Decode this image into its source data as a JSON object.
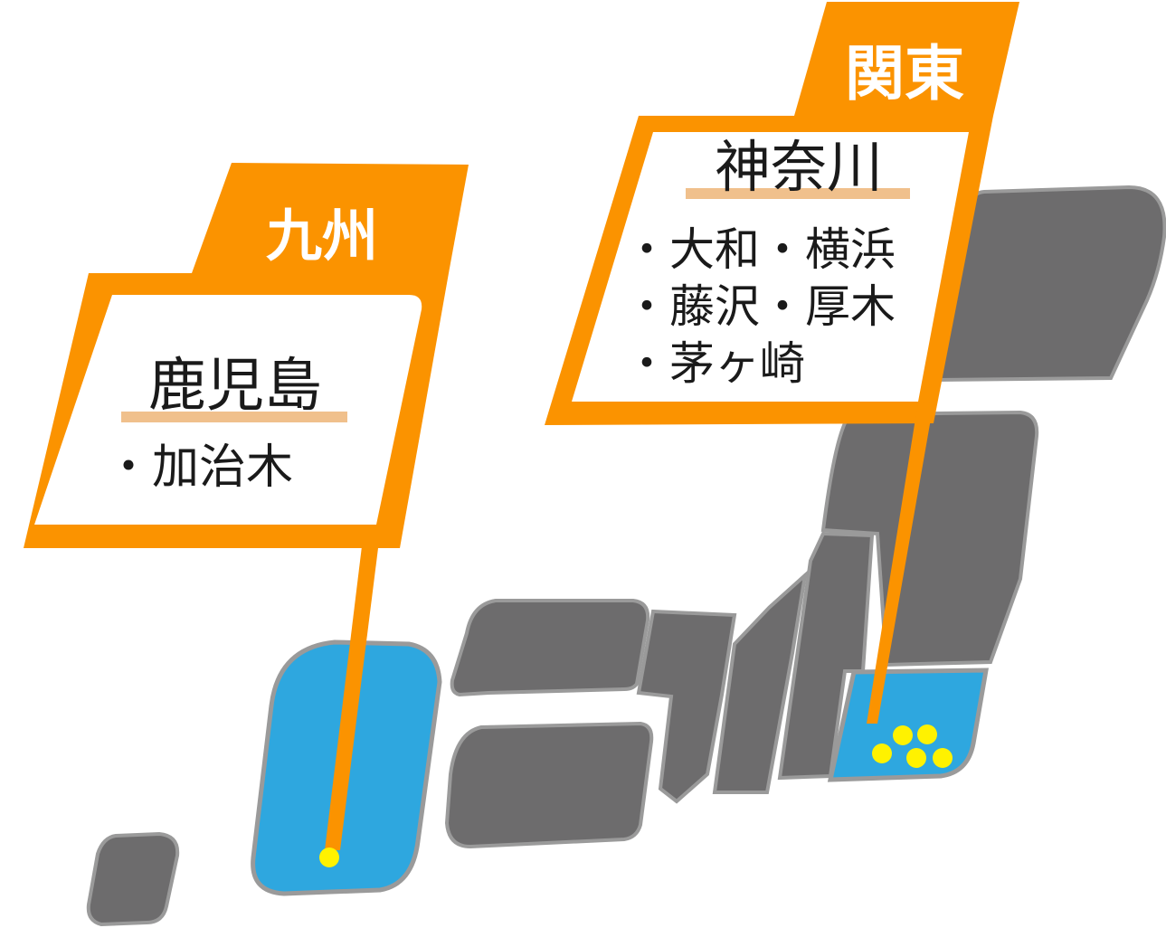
{
  "colors": {
    "land": "#6d6c6d",
    "land_highlight": "#2ea7df",
    "land_outline": "#9a9a9a",
    "flag_orange": "#fb9300",
    "underline": "#f0c08c",
    "marker": "#fff200",
    "tab_text": "#ffffff",
    "card_text": "#1a1a1a"
  },
  "flags": {
    "kyushu": {
      "region_label": "九州",
      "prefecture": "鹿児島",
      "cities": [
        "・加治木"
      ]
    },
    "kanto": {
      "region_label": "関東",
      "prefecture": "神奈川",
      "cities": [
        "・大和・横浜",
        "・藤沢・厚木",
        "・茅ヶ崎"
      ]
    }
  },
  "regions": [
    {
      "name": "okinawa",
      "highlighted": false,
      "marker_count": 0
    },
    {
      "name": "kyushu",
      "highlighted": true,
      "marker_count": 1
    },
    {
      "name": "shikoku",
      "highlighted": false,
      "marker_count": 0
    },
    {
      "name": "chugoku",
      "highlighted": false,
      "marker_count": 0
    },
    {
      "name": "kinki",
      "highlighted": false,
      "marker_count": 0
    },
    {
      "name": "chubu-west",
      "highlighted": false,
      "marker_count": 0
    },
    {
      "name": "chubu-east",
      "highlighted": false,
      "marker_count": 0
    },
    {
      "name": "kanto",
      "highlighted": true,
      "marker_count": 5
    },
    {
      "name": "tohoku",
      "highlighted": false,
      "marker_count": 0
    },
    {
      "name": "hokkaido",
      "highlighted": false,
      "marker_count": 0
    }
  ]
}
